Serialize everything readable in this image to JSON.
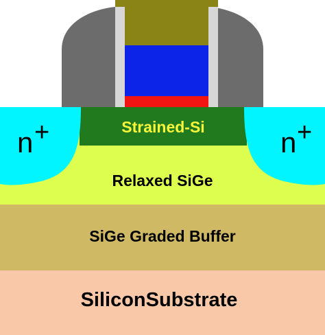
{
  "layers": {
    "strained_si": "Strained-Si",
    "relaxed_sige": "Relaxed SiGe",
    "graded_buffer": "SiGe Graded Buffer",
    "substrate": "SiliconSubstrate"
  },
  "regions": {
    "source_label": "n",
    "drain_label": "n",
    "plus_sign": "+"
  },
  "colors": {
    "substrate": "#f9c8a9",
    "graded_buffer": "#cfb965",
    "relaxed_sige": "#ddfe4e",
    "strained_si": "#217a1d",
    "strained_si_text": "#f8f63a",
    "n_plus": "#00f5fe",
    "spacer": "#6c6c6c",
    "gate_top": "#8a8417",
    "gate_blue": "#0b24e8",
    "gate_oxide": "#f21313",
    "sidewall": "#d7d7d7"
  }
}
